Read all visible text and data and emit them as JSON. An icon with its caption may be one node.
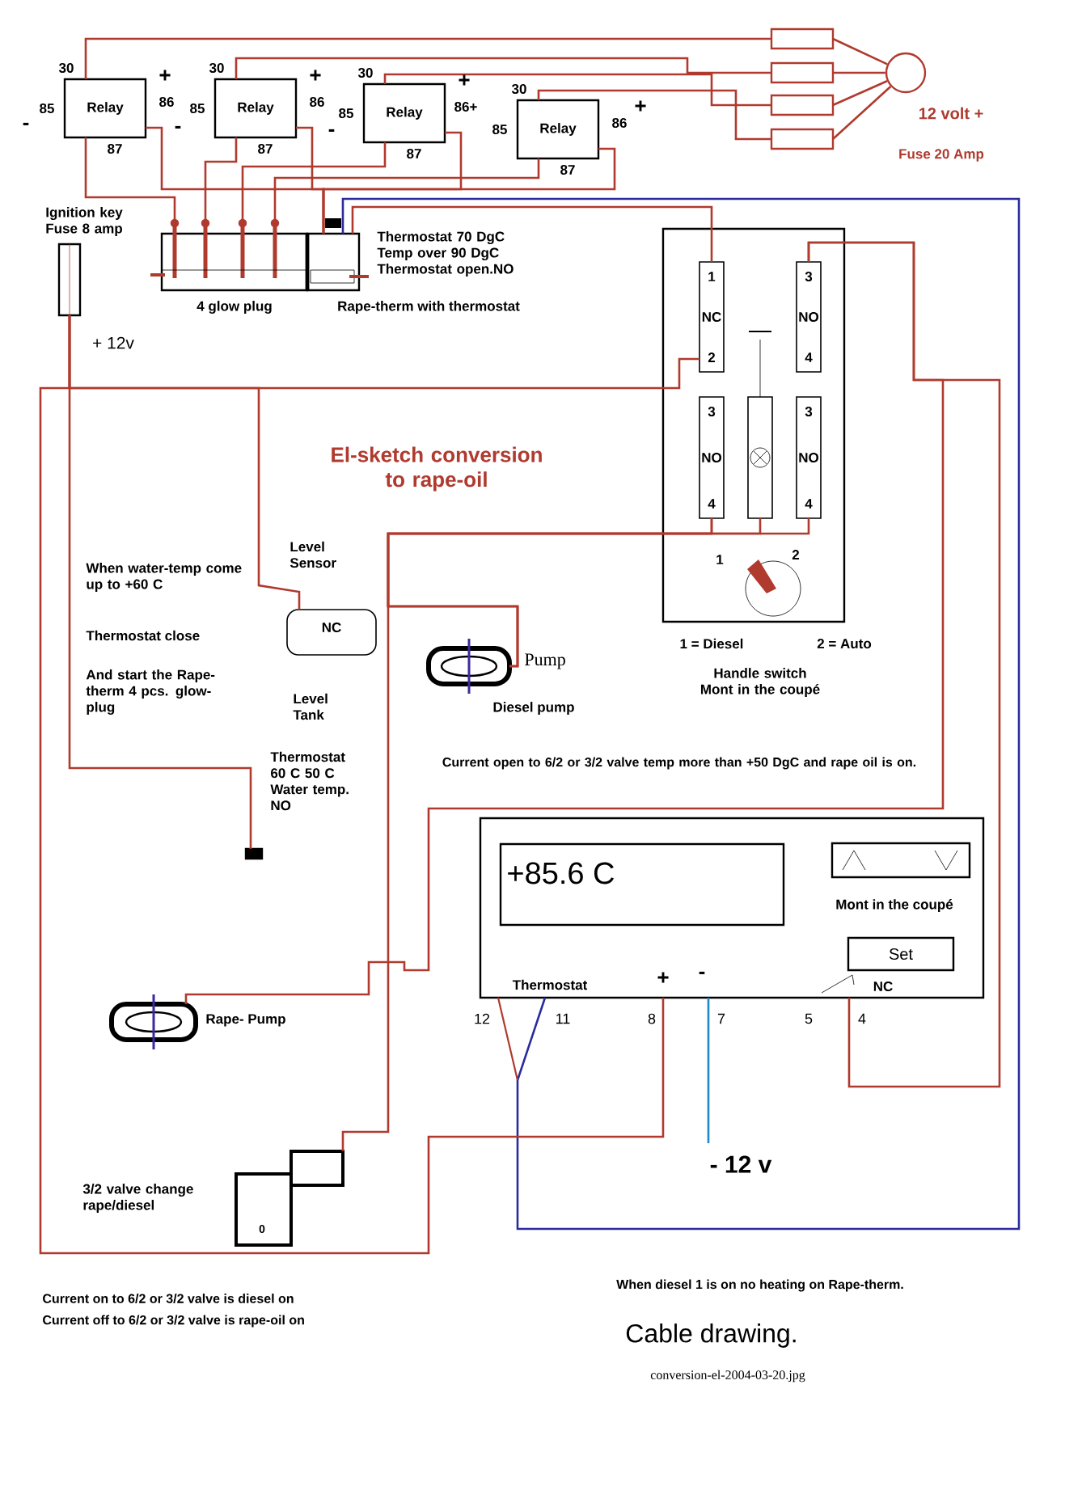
{
  "diagram": {
    "title": "El-sketch conversion to rape-oil",
    "caption": "Cable drawing.",
    "nodes": [
      {
        "text": [
          "Relay"
        ],
        "beside": [
          "30",
          "85",
          "86",
          "87"
        ]
      },
      {
        "text": [
          "Relay"
        ],
        "beside": [
          "30",
          "85",
          "86",
          "87"
        ]
      },
      {
        "text": [
          "Relay"
        ],
        "beside": [
          "30",
          "85",
          "86+",
          "87"
        ]
      },
      {
        "text": [
          "Relay"
        ],
        "beside": [
          "30",
          "85",
          "86",
          "87"
        ]
      },
      {
        "text": [],
        "shape": "box"
      },
      {
        "text": [],
        "shape": "box"
      },
      {
        "text": [],
        "shape": "box"
      },
      {
        "text": [],
        "shape": "box"
      },
      {
        "text": [],
        "shape": "circle"
      },
      {
        "text": [
          "4 glow plug"
        ]
      },
      {
        "text": [
          "Rape-therm with thermostat"
        ],
        "beside": [
          "Thermostat 70 DgC Temp over 90 DgC Thermostat open.NO"
        ]
      },
      {
        "text": [
          "Ignition key Fuse 8 amp"
        ]
      },
      {
        "text": [
          "1 = Diesel",
          "2 = Auto",
          "Handle switch Mont in the coupé"
        ]
      },
      {
        "text": [
          "1",
          "NC",
          "2"
        ],
        "in": 12
      },
      {
        "text": [
          "3",
          "NO",
          "4"
        ],
        "in": 12
      },
      {
        "text": [
          "3",
          "NO",
          "4"
        ],
        "in": 12
      },
      {
        "text": [
          "3",
          "NO",
          "4"
        ],
        "in": 12
      },
      {
        "text": [],
        "shape": "box",
        "in": 12
      },
      {
        "text": [
          "NC"
        ],
        "beside": [
          "Level Sensor",
          "Level Tank"
        ]
      },
      {
        "text": [
          "Pump",
          "Diesel pump"
        ]
      },
      {
        "text": [],
        "shape": "box",
        "beside": [
          "Thermostat 60 C 50 C Water temp. NO"
        ]
      },
      {
        "text": [
          "Rape- Pump"
        ]
      },
      {
        "text": [
          "Mont in the coupé",
          "Thermostat",
          "+",
          "-",
          "NC"
        ]
      },
      {
        "text": [
          "+85.6 C"
        ],
        "in": 22
      },
      {
        "text": [],
        "shape": "box",
        "in": 22
      },
      {
        "text": [
          "Set"
        ],
        "in": 22
      },
      {
        "text": [
          "0"
        ],
        "beside": [
          "3/2 valve change rape/diesel"
        ]
      },
      {
        "text": [
          "- 12 v"
        ]
      }
    ],
    "edges": [
      {
        "from": 4,
        "to": 8,
        "arrow": "none"
      },
      {
        "from": 5,
        "to": 8,
        "arrow": "none"
      },
      {
        "from": 6,
        "to": 8,
        "arrow": "none"
      },
      {
        "from": 7,
        "to": 8,
        "arrow": "none"
      },
      {
        "from": 4,
        "to": 0,
        "arrow": "none"
      },
      {
        "from": 5,
        "to": 1,
        "arrow": "none"
      },
      {
        "from": 6,
        "to": 2,
        "arrow": "none"
      },
      {
        "from": 7,
        "to": 3,
        "arrow": "none"
      },
      {
        "from": 0,
        "to": 9,
        "arrow": "none"
      },
      {
        "from": 1,
        "to": 9,
        "arrow": "none"
      },
      {
        "from": 2,
        "to": 9,
        "arrow": "none"
      },
      {
        "from": 3,
        "to": 9,
        "arrow": "none"
      },
      {
        "from": 0,
        "to": 10,
        "arrow": "none"
      },
      {
        "from": 1,
        "to": 10,
        "arrow": "none"
      },
      {
        "from": 2,
        "to": 10,
        "arrow": "none"
      },
      {
        "from": 3,
        "to": 10,
        "arrow": "none"
      },
      {
        "from": 10,
        "to": 13,
        "arrow": "none"
      },
      {
        "from": 10,
        "to": 22,
        "arrow": "none",
        "color": "#2b2b9e"
      },
      {
        "from": 11,
        "to": 13,
        "arrow": "none"
      },
      {
        "from": 14,
        "to": 22,
        "arrow": "none"
      },
      {
        "from": 15,
        "to": 19,
        "arrow": "none"
      },
      {
        "from": 16,
        "to": 19,
        "arrow": "none"
      },
      {
        "from": 17,
        "to": 19,
        "arrow": "none"
      },
      {
        "from": 21,
        "to": 14,
        "arrow": "none"
      },
      {
        "from": 15,
        "to": 26,
        "arrow": "none"
      },
      {
        "from": 11,
        "to": 22,
        "arrow": "none"
      },
      {
        "from": 22,
        "to": 27,
        "arrow": "none",
        "color": "#1e88c8"
      },
      {
        "from": 11,
        "to": 18,
        "arrow": "none"
      },
      {
        "from": 11,
        "to": 20,
        "arrow": "none"
      }
    ],
    "labels": [
      "-",
      "+",
      "-",
      "+",
      "-",
      "+",
      "+",
      "12 volt +",
      "Fuse 20 Amp",
      "+ 12v",
      "When water-temp come up to +60 C",
      "Thermostat close",
      "And start the Rape-therm 4 pcs. glow-plug",
      "1",
      "2",
      "Current open to 6/2 or 3/2 valve temp more than +50 DgC and rape oil is on.",
      "12",
      "11",
      "8",
      "7",
      "5",
      "4",
      "When diesel 1 is on no heating on Rape-therm.",
      "Current on to 6/2 or 3/2 valve is diesel on",
      "Current off to 6/2 or 3/2 valve is rape-oil on",
      "conversion-el-2004-03-20.jpg"
    ]
  }
}
